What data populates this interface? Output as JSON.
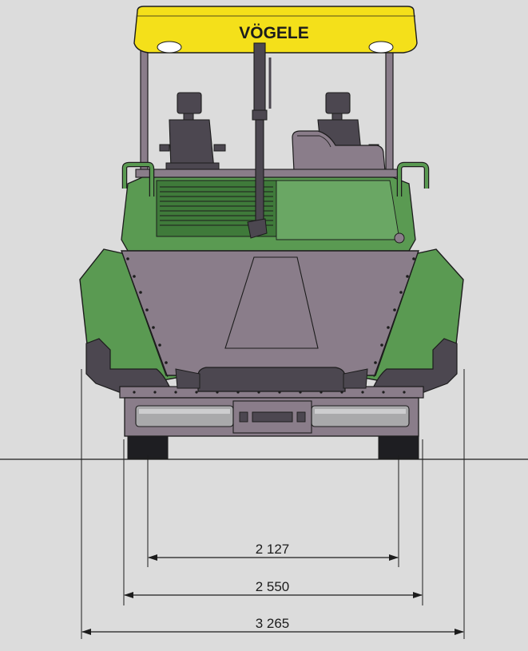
{
  "brand": {
    "name": "VÖGELE"
  },
  "dimensions": {
    "inner_track": "2 127",
    "outer_track": "2 550",
    "overall_width": "3 265"
  },
  "colors": {
    "background": "#dcdcdc",
    "canopy_yellow": "#f4e01a",
    "machine_green": "#5a9a52",
    "hopper_grey": "#8a7d8a",
    "dark_grey": "#4c4750",
    "outline": "#1c1c1c"
  }
}
